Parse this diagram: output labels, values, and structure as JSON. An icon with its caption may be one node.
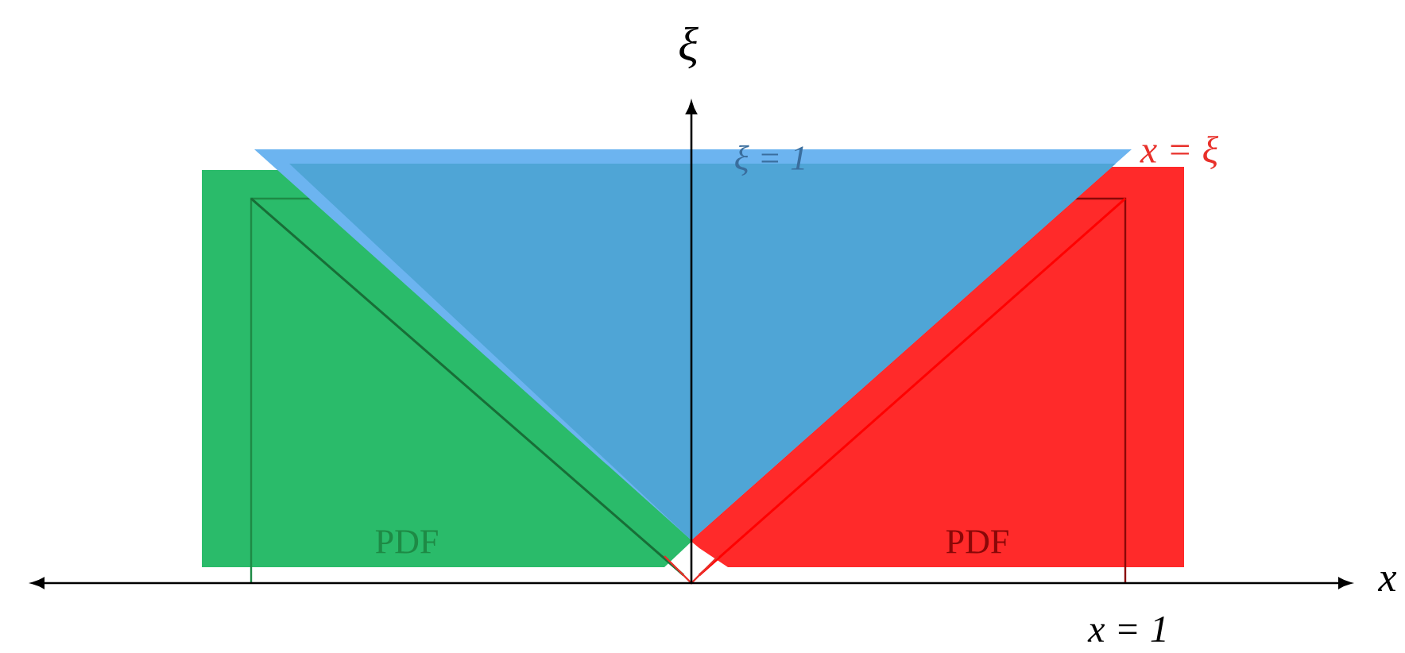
{
  "diagram": {
    "labels": [
      "ξ",
      "ξ = 1",
      "x = ξ",
      "PDF",
      "PDF",
      "x",
      "x = 1"
    ]
  }
}
